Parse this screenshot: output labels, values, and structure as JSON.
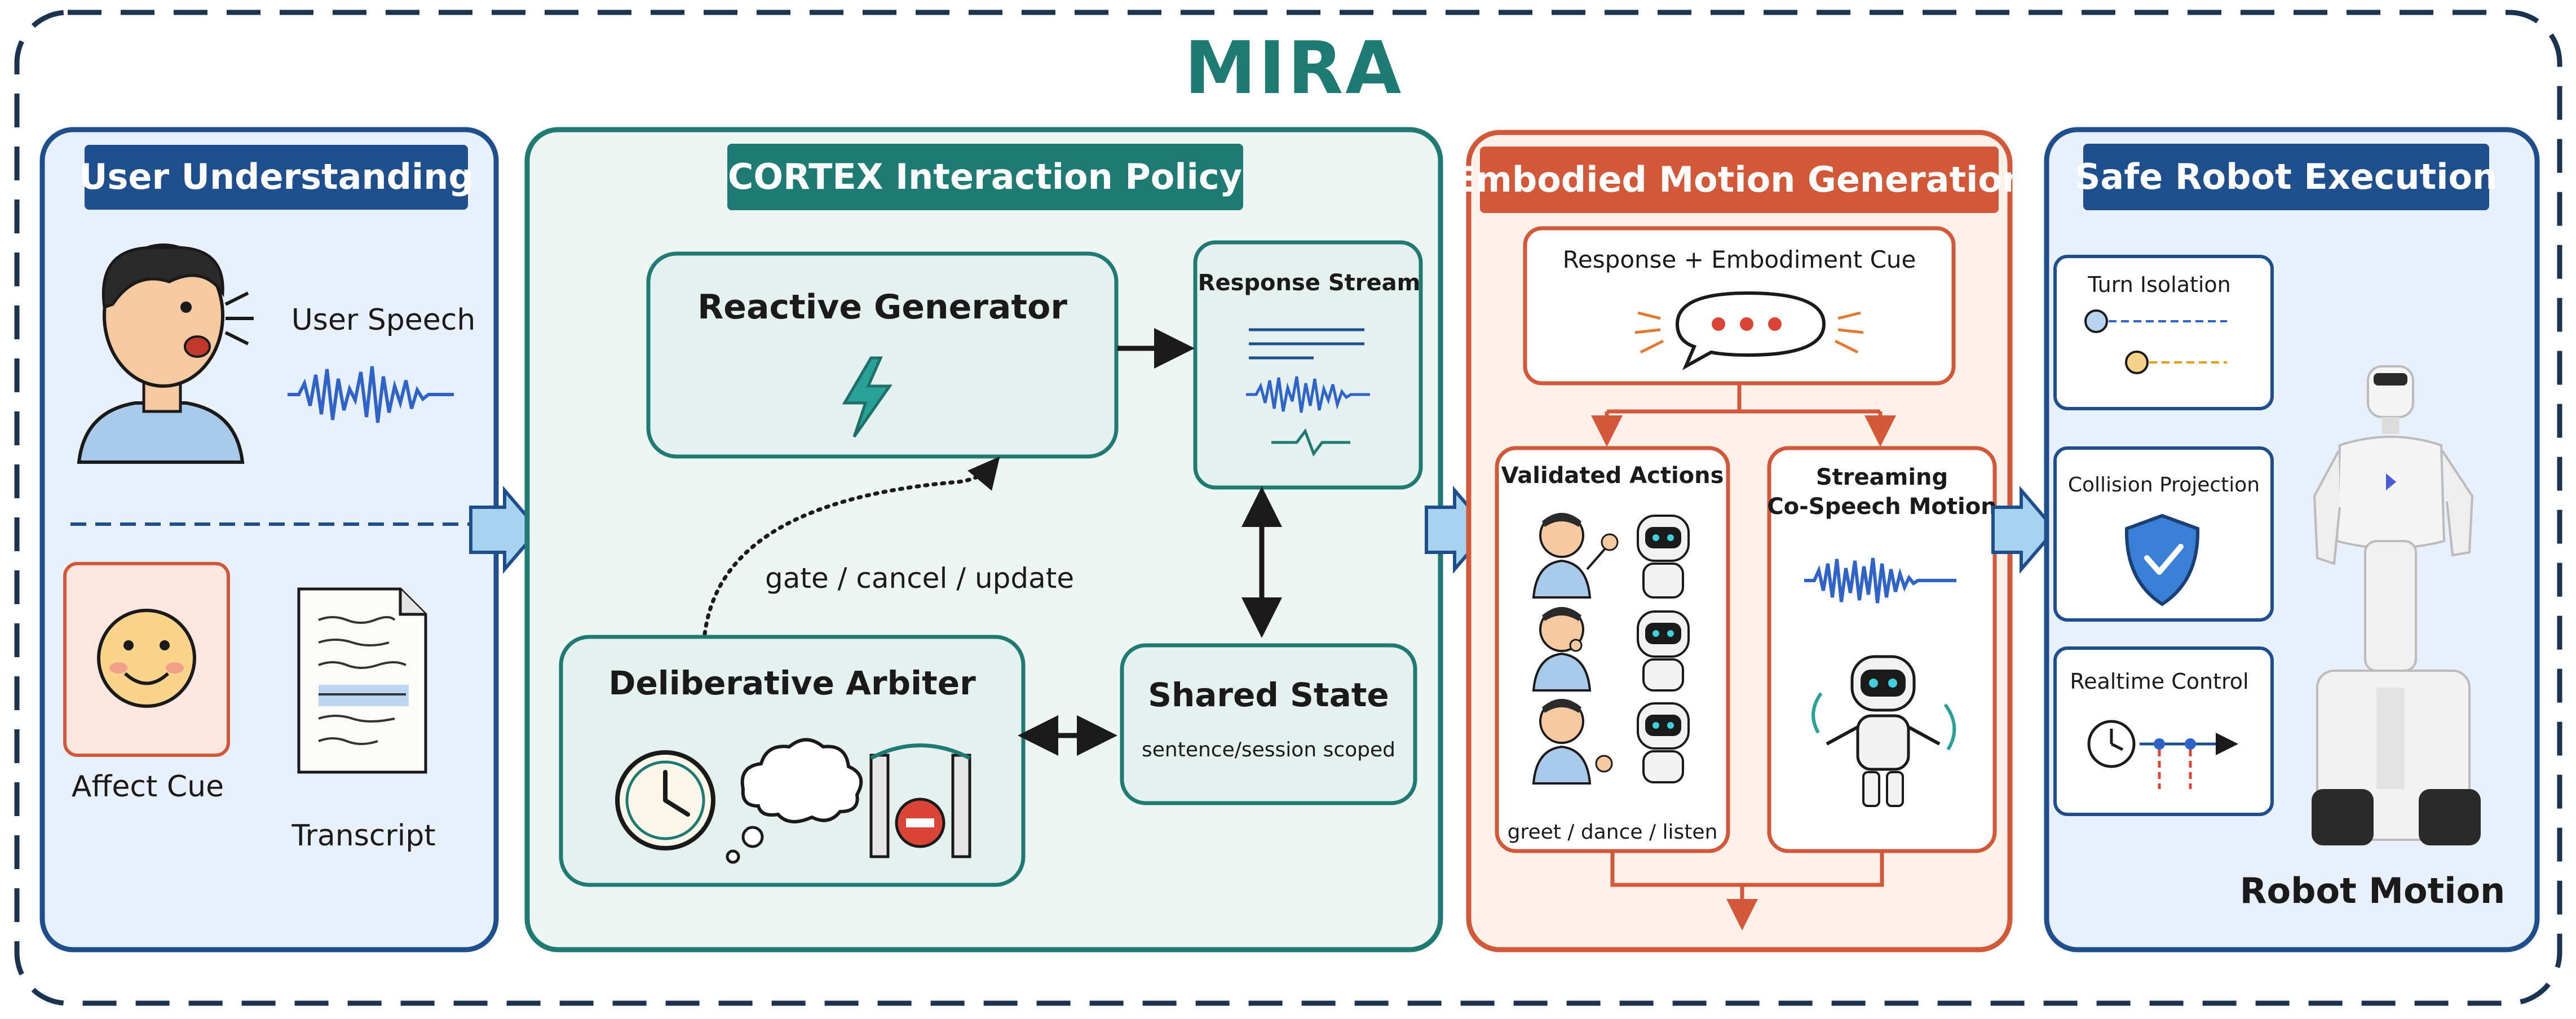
{
  "title": "MIRA",
  "colors": {
    "teal": "#1e7a72",
    "blue": "#1f4e8c",
    "orange": "#d2583a",
    "dark": "#1a1a1a",
    "wave": "#2f63c7",
    "paleBlue": "#e8f1fb",
    "paleTeal": "#eef6f4",
    "paleOrange": "#fdf1ea"
  },
  "user_understanding": {
    "header": "User Understanding",
    "speech_label": "User Speech",
    "affect_label": "Affect Cue",
    "transcript_label": "Transcript"
  },
  "cortex": {
    "header": "CORTEX Interaction Policy",
    "reactive_generator": "Reactive Generator",
    "response_stream": "Response Stream",
    "gate_label": "gate / cancel / update",
    "deliberative_arbiter": "Deliberative Arbiter",
    "shared_state": "Shared State",
    "shared_state_sub": "sentence/session scoped"
  },
  "embodied": {
    "header": "Embodied Motion Generation",
    "response_cue": "Response + Embodiment Cue",
    "validated_actions": "Validated Actions",
    "actions_caption": "greet / dance / listen",
    "streaming_line1": "Streaming",
    "streaming_line2": "Co-Speech Motion"
  },
  "safe": {
    "header": "Safe Robot Execution",
    "turn_isolation": "Turn Isolation",
    "collision_projection": "Collision Projection",
    "realtime_control": "Realtime Control",
    "robot_motion": "Robot Motion"
  }
}
